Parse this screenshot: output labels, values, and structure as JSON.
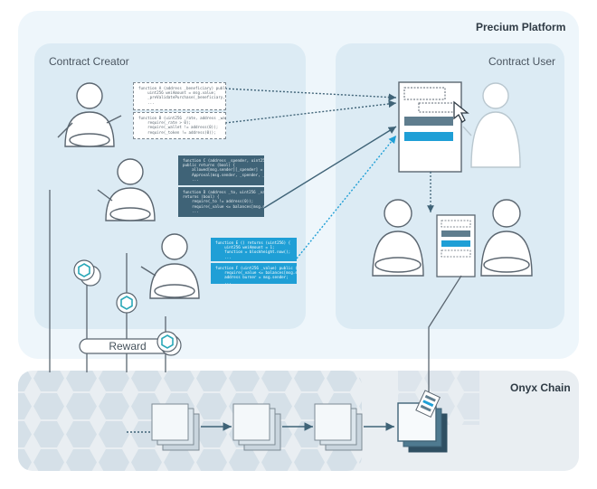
{
  "labels": {
    "platform": "Precium Platform",
    "creator": "Contract Creator",
    "user": "Contract User",
    "chain": "Onyx Chain",
    "reward": "Reward"
  },
  "code_snippets": [
    "function A (address _beneficiary) public payable {\n    uint256 weiAmount = msg.value;\n    _preValidatePurchase(_beneficiary, weiAmount);\n    ...",
    "function B (uint256 _rate, address _wallet) public {\n    require(_rate > 0);\n    require(_wallet != address(0));\n    require(_token != address(0));",
    "function C (address _spender, uint256 _value)\npublic returns (bool) {\n    allowed[msg.sender][_spender] = _value;\n    Approval(msg.sender, _spender, _value);\n    ...",
    "function D (address _to, uint256 _value) public\nreturns (bool) {\n    require(_to != address(0));\n    require(_value <= balances[msg.sender]);\n    ...",
    "function E () returns (uint256) {\n    uint256 weiAmount = 1;\n    function = blockheight.now();\n    ...",
    "function F (uint256 _value) public {\n    require(_value <= balances[msg.sender]);\n    address burner = msg.sender;\n    ..."
  ],
  "colors": {
    "platform_bg": "#eef6fb",
    "panel_bg": "#dcebf4",
    "chain_bg": "#e9eef2",
    "hexagon": "#cfdbe4",
    "dark_box": "#3f6377",
    "accent_blue": "#1f9fd6",
    "outline": "#5b6670",
    "arrow": "#3f6377"
  },
  "icons": [
    "person-icon",
    "token-coin-icon",
    "cursor-icon",
    "document-icon",
    "blockchain-block-icon"
  ]
}
